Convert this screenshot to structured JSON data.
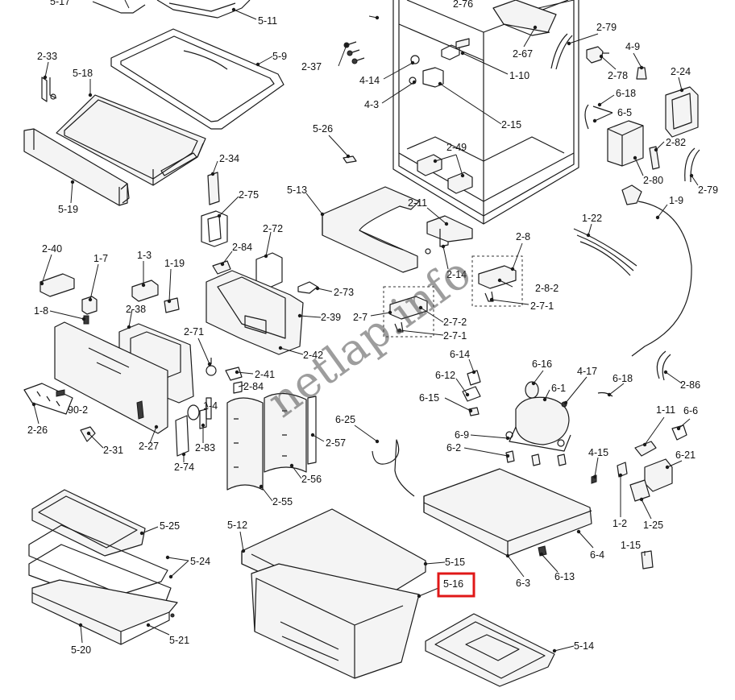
{
  "watermark": "netlap.info",
  "highlight_color": "#e01818",
  "highlighted_part": "5-16",
  "labels": {
    "l_5_17": "5-17",
    "l_5_11": "5-11",
    "l_5_9": "5-9",
    "l_2_33": "2-33",
    "l_5_18": "5-18",
    "l_5_19": "5-19",
    "l_2_34": "2-34",
    "l_2_75": "2-75",
    "l_2_72": "2-72",
    "l_2_84a": "2-84",
    "l_2_73": "2-73",
    "l_2_39": "2-39",
    "l_2_42": "2-42",
    "l_2_41": "2-41",
    "l_2_84b": "2-84",
    "l_2_71": "2-71",
    "l_1_4": "1-4",
    "l_2_83": "2-83",
    "l_2_74": "2-74",
    "l_2_57": "2-57",
    "l_2_56": "2-56",
    "l_2_55": "2-55",
    "l_2_40": "2-40",
    "l_1_7": "1-7",
    "l_1_3": "1-3",
    "l_1_19": "1-19",
    "l_1_8": "1-8",
    "l_2_38": "2-38",
    "l_2_26": "2-26",
    "l_90_2": "90-2",
    "l_2_31": "2-31",
    "l_2_27": "2-27",
    "l_2_76": "2-76",
    "l_2_37": "2-37",
    "l_4_14": "4-14",
    "l_1_10": "1-10",
    "l_4_3": "4-3",
    "l_2_15": "2-15",
    "l_5_26": "5-26",
    "l_2_49": "2-49",
    "l_5_13": "5-13",
    "l_2_11": "2-11",
    "l_2_14": "2-14",
    "l_2_8": "2-8",
    "l_2_8_2": "2-8-2",
    "l_2_7_1a": "2-7-1",
    "l_2_7": "2-7",
    "l_2_7_2": "2-7-2",
    "l_2_7_1b": "2-7-1",
    "l_2_67": "2-67",
    "l_2_79a": "2-79",
    "l_4_9": "4-9",
    "l_2_78": "2-78",
    "l_2_24": "2-24",
    "l_6_18a": "6-18",
    "l_6_5": "6-5",
    "l_2_82": "2-82",
    "l_2_80": "2-80",
    "l_2_79b": "2-79",
    "l_1_9": "1-9",
    "l_1_22": "1-22",
    "l_6_14": "6-14",
    "l_6_12": "6-12",
    "l_6_15": "6-15",
    "l_6_16": "6-16",
    "l_6_1": "6-1",
    "l_4_17": "4-17",
    "l_6_18b": "6-18",
    "l_2_86": "2-86",
    "l_6_25": "6-25",
    "l_6_9": "6-9",
    "l_6_2": "6-2",
    "l_1_11": "1-11",
    "l_6_6": "6-6",
    "l_4_15": "4-15",
    "l_6_21": "6-21",
    "l_1_2": "1-2",
    "l_1_25": "1-25",
    "l_6_4": "6-4",
    "l_1_15": "1-15",
    "l_6_13": "6-13",
    "l_6_3": "6-3",
    "l_5_25": "5-25",
    "l_5_24": "5-24",
    "l_5_21": "5-21",
    "l_5_20": "5-20",
    "l_5_12": "5-12",
    "l_5_15": "5-15",
    "l_5_16": "5-16",
    "l_5_14": "5-14"
  }
}
